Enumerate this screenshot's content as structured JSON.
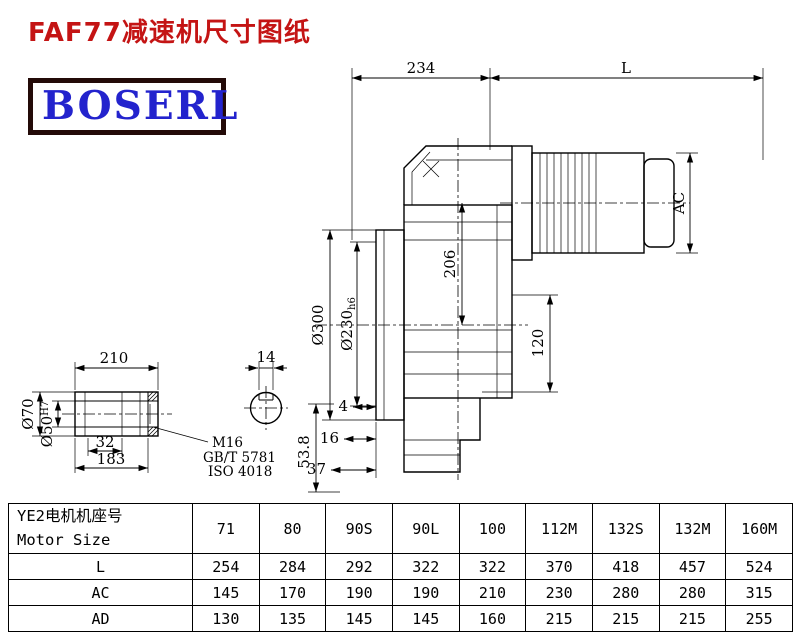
{
  "page": {
    "title": "FAF77减速机尺寸图纸",
    "logo_text": "BOSERL"
  },
  "colors": {
    "title_red": "#c41414",
    "logo_blue": "#2323cd",
    "logo_border": "#230a08",
    "line_black": "#000000"
  },
  "drawing": {
    "top": {
      "dim_234": "234",
      "dim_L": "L"
    },
    "main": {
      "dim_AC": "AC",
      "dim_d300": "Ø300",
      "dim_d230": "Ø230",
      "dim_d230_suffix": "h6",
      "dim_206": "206",
      "dim_120": "120",
      "dim_4": "4",
      "dim_16": "16",
      "dim_37": "37",
      "dim_53_8": "53.8"
    },
    "shaft": {
      "dim_210": "210",
      "dim_14": "14",
      "dim_32": "32",
      "dim_183": "183",
      "dim_d70": "Ø70",
      "dim_d50": "Ø50",
      "dim_d50_suffix": "H7",
      "note_m16": "M16",
      "note_gb": "GB/T 5781",
      "note_iso": "ISO 4018"
    }
  },
  "table": {
    "header": {
      "label_cn": "YE2电机机座号",
      "label_en": "Motor Size",
      "sizes": [
        "71",
        "80",
        "90S",
        "90L",
        "100",
        "112M",
        "132S",
        "132M",
        "160M"
      ]
    },
    "rows": [
      {
        "label": "L",
        "values": [
          "254",
          "284",
          "292",
          "322",
          "322",
          "370",
          "418",
          "457",
          "524"
        ]
      },
      {
        "label": "AC",
        "values": [
          "145",
          "170",
          "190",
          "190",
          "210",
          "230",
          "280",
          "280",
          "315"
        ]
      },
      {
        "label": "AD",
        "values": [
          "130",
          "135",
          "145",
          "145",
          "160",
          "215",
          "215",
          "215",
          "255"
        ]
      }
    ]
  }
}
